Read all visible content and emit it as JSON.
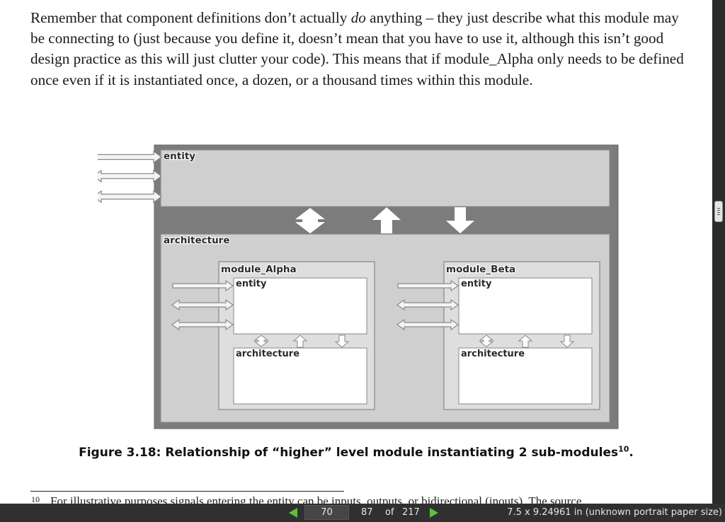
{
  "document": {
    "paragraph": {
      "part1": "Remember that component definitions don’t actually ",
      "emphasis": "do",
      "part2": " anything – they just describe what this module may be connecting to (just because you define it, doesn’t mean that you have to use it, although this isn’t good design practice as this will just clutter your code). This means that if module_Alpha only needs to be defined once even if it is instantiated once, a dozen, or a thousand times within this module."
    },
    "figure": {
      "outer_entity_label": "entity",
      "outer_architecture_label": "architecture",
      "module_alpha": {
        "title": "module_Alpha",
        "entity_label": "entity",
        "architecture_label": "architecture"
      },
      "module_beta": {
        "title": "module_Beta",
        "entity_label": "entity",
        "architecture_label": "architecture"
      }
    },
    "caption": {
      "text": "Figure 3.18:  Relationship of “higher” level module instantiating 2 sub-modules",
      "footnote_ref": "10",
      "period": "."
    },
    "footnote": {
      "number": "10",
      "text": "For illustrative purposes signals entering the entity can be inputs, outputs, or bidirectional (inouts). The source"
    }
  },
  "statusbar": {
    "current_page_input": "70",
    "page_label": "87",
    "of_text": "of",
    "total_pages": "217",
    "paper_size": "7.5 x 9.24961 in (unknown portrait paper size)"
  },
  "colors": {
    "nav_arrow": "#5bc236",
    "statusbar_bg": "#303030"
  }
}
